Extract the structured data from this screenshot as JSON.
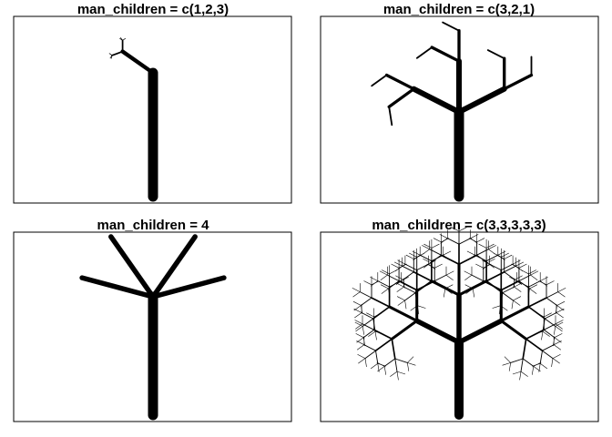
{
  "colors": {
    "background": "#ffffff",
    "stroke": "#000000"
  },
  "panels": [
    {
      "title": "man_children = c(1,2,3)",
      "children": [
        1,
        2,
        3
      ]
    },
    {
      "title": "man_children = c(3,2,1)",
      "children": [
        3,
        2,
        1
      ]
    },
    {
      "title": "man_children = 4",
      "children": [
        4
      ]
    },
    {
      "title": "man_children = c(3,3,3,3,3)",
      "children": [
        3,
        3,
        3,
        3,
        3
      ]
    }
  ]
}
